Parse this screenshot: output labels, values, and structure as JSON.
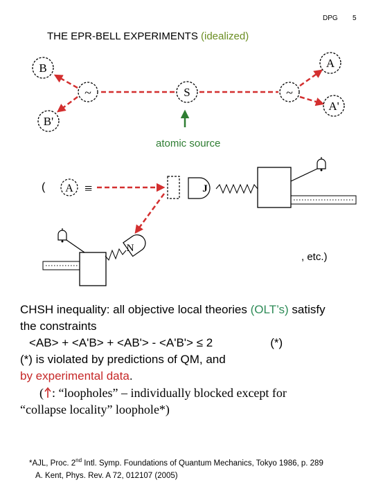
{
  "header": {
    "left": "DPG",
    "page": "5"
  },
  "title": {
    "main": "THE EPR-BELL EXPERIMENTS",
    "paren": "(idealized)"
  },
  "diagram": {
    "labels": {
      "B": "B",
      "A": "A",
      "S": "S",
      "B_prime": "B'",
      "A_prime": "A'",
      "tilde_left": "~",
      "tilde_right": "~",
      "A_small": "A",
      "equiv": "≡",
      "J": "J",
      "N": "N"
    },
    "atomic_source": "atomic source",
    "open_paren": "(",
    "etc": ", etc.)"
  },
  "body": {
    "line1_a": "CHSH inequality: all objective local theories ",
    "line1_b": "(OLT’s)",
    "line1_c": " satisfy",
    "line2": "the constraints",
    "line3": "<AB> + <A'B> + <AB'> - <A'B'> ≤ 2",
    "line3_mark": "(*)",
    "line4": "(*) is violated by predictions of QM, and",
    "line5": "by experimental data",
    "line5_end": ".",
    "line6_a": "(",
    "line6_b": ": “loopholes” – individually blocked except for",
    "line7": "“collapse locality” loophole*)"
  },
  "footnote": {
    "line1_a": "*AJL, Proc. 2",
    "line1_sup": "nd",
    "line1_b": " Intl. Symp. Foundations of Quantum Mechanics, Tokyo 1986, p. 289",
    "line2": "A. Kent, Phys. Rev. A 72, 012107 (2005)"
  },
  "colors": {
    "red": "#d32f2f",
    "green": "#2e7d32",
    "olive": "#6b8e23"
  }
}
